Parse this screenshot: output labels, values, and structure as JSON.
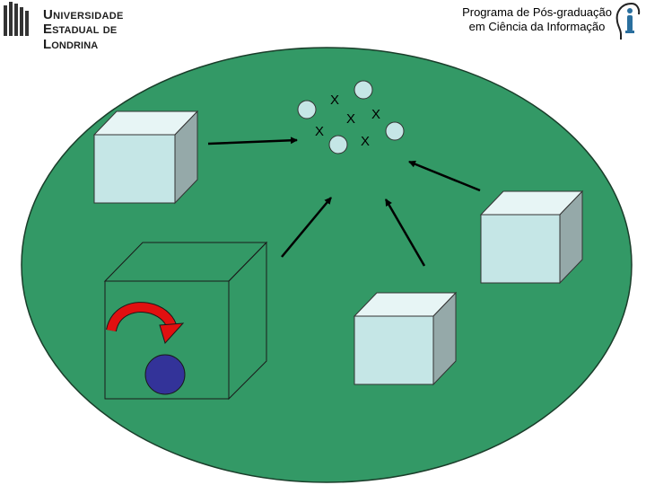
{
  "header": {
    "university_line1": "Universidade",
    "university_line2": "Estadual de Londrina",
    "program_line1": "Programa de Pós-graduação",
    "program_line2": "em Ciência da Informação"
  },
  "diagram": {
    "x_marks": [
      "X",
      "X",
      "X",
      "X",
      "X"
    ]
  },
  "colors": {
    "ellipse_fill": "#339966",
    "cube_front": "#c5e6e6",
    "cube_top": "#e7f5f5",
    "cube_side": "#95a9a9",
    "cycle_arrow": "#e11010",
    "blue_ball": "#333399"
  }
}
